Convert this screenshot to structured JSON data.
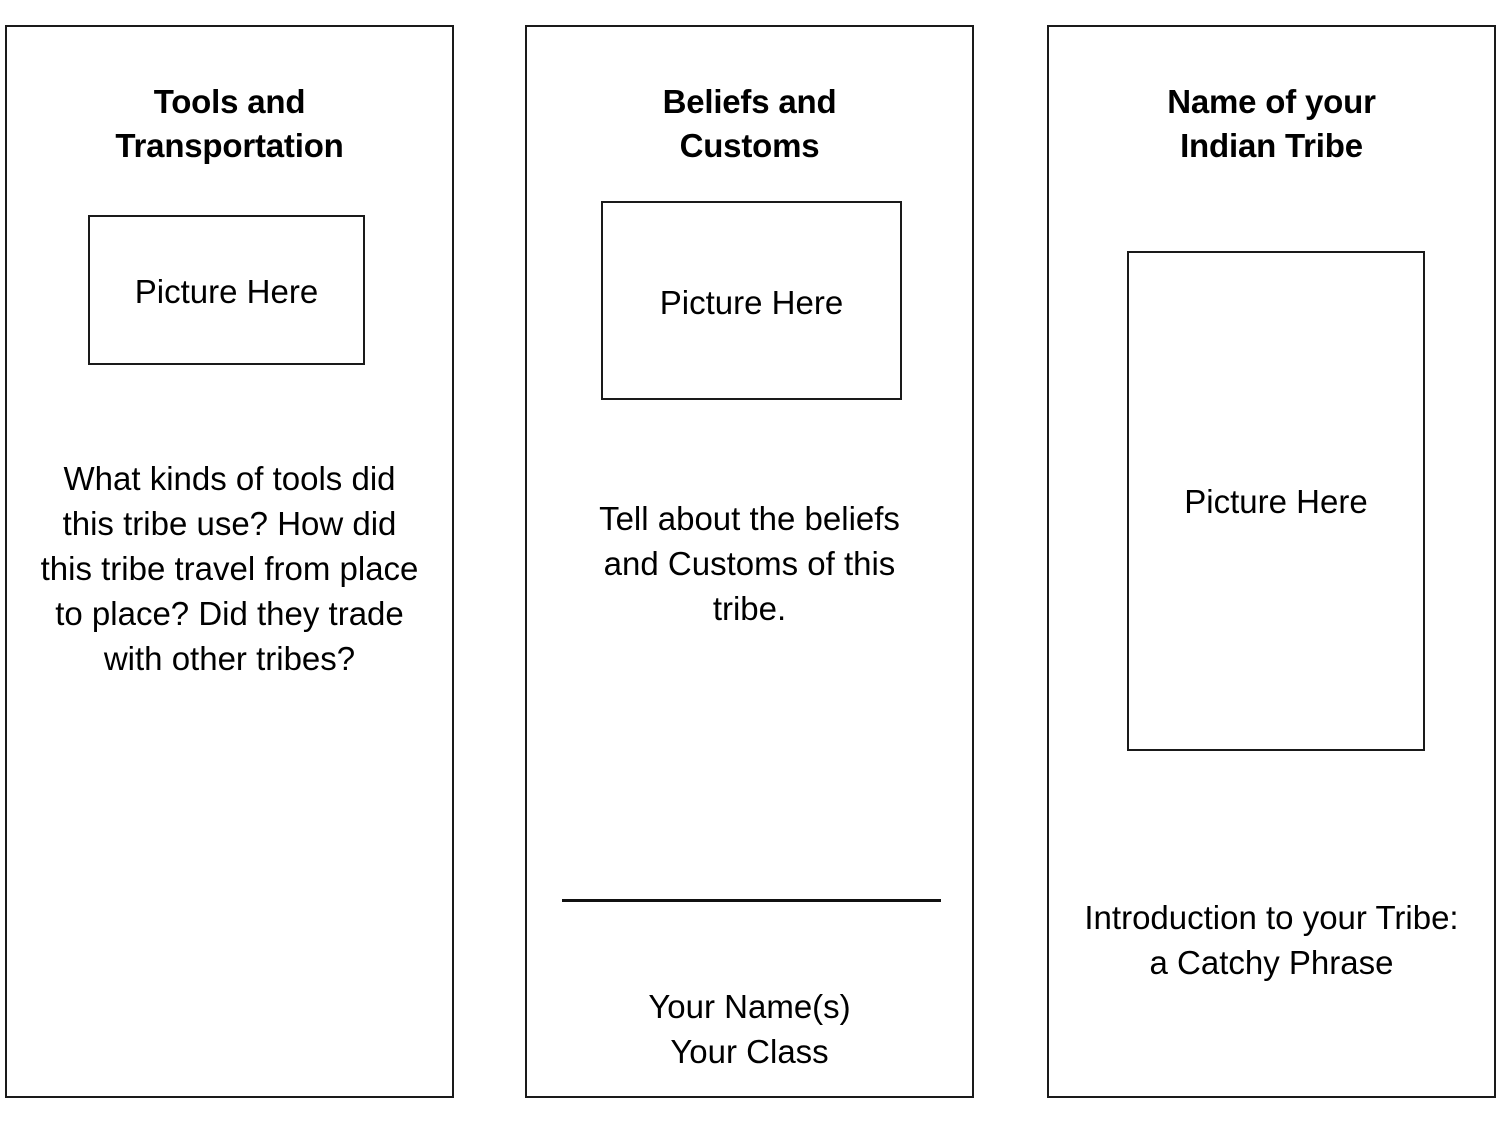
{
  "document": {
    "title": "Indian Tribe Brochure Template",
    "page_background": "#ffffff",
    "ink_color": "#000000",
    "border_color": "#1a1a1a"
  },
  "panels": [
    {
      "id": "tools-and-transportation",
      "heading": "Tools and\nTransportation",
      "picture_placeholder": "Picture Here",
      "body": "What kinds of tools did this tribe use? How did this tribe travel from place to place? Did they trade with other tribes?"
    },
    {
      "id": "beliefs-and-customs",
      "heading": "Beliefs and\nCustoms",
      "picture_placeholder": "Picture Here",
      "body": "Tell about the beliefs and Customs of this tribe.",
      "signature": "Your Name(s)\nYour Class"
    },
    {
      "id": "name-of-your-indian-tribe",
      "heading": "Name of your\nIndian Tribe",
      "picture_placeholder": "Picture Here",
      "body": "Introduction to your Tribe: a Catchy Phrase"
    }
  ]
}
